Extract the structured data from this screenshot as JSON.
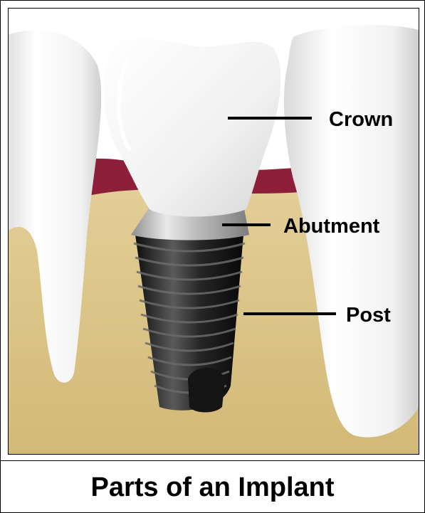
{
  "labels": {
    "crown": "Crown",
    "abutment": "Abutment",
    "post": "Post"
  },
  "caption": "Parts of an Implant",
  "colors": {
    "bone": "#dcc58c",
    "gum": "#8e1f3a",
    "tooth": "#ececec",
    "implant": "#1b1b1b",
    "abutment": "#b5b5b5"
  }
}
